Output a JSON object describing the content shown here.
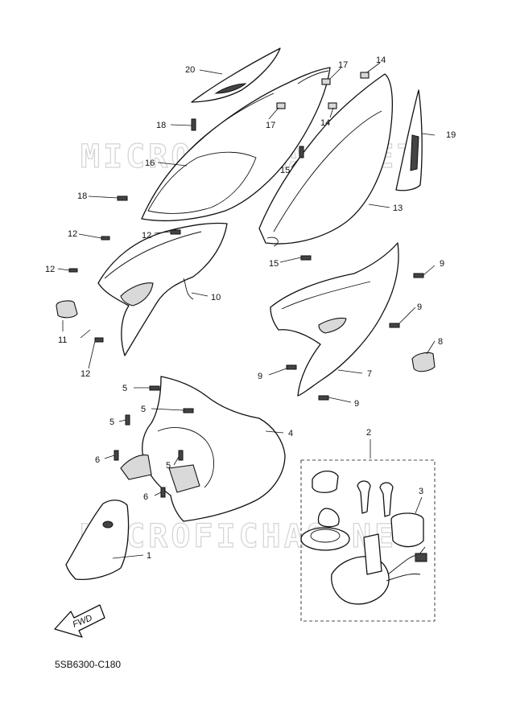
{
  "watermark": "MICROFICHAS.NET",
  "diagram_code": "5SB6300-C180",
  "fwd_label": "FWD",
  "callouts": {
    "c20": "20",
    "c17a": "17",
    "c14a": "14",
    "c18a": "18",
    "c17b": "17",
    "c14b": "14",
    "c19": "19",
    "c16": "16",
    "c15a": "15",
    "c18b": "18",
    "c13": "13",
    "c12a": "12",
    "c12b": "12",
    "c15b": "15",
    "c9a": "9",
    "c12c": "12",
    "c10": "10",
    "c9b": "9",
    "c11": "11",
    "c8": "8",
    "c12d": "12",
    "c9c": "9",
    "c7": "7",
    "c5a": "5",
    "c9d": "9",
    "c5b": "5",
    "c4": "4",
    "c5c": "5",
    "c2": "2",
    "c6a": "6",
    "c5d": "5",
    "c3": "3",
    "c6b": "6",
    "c1": "1"
  }
}
